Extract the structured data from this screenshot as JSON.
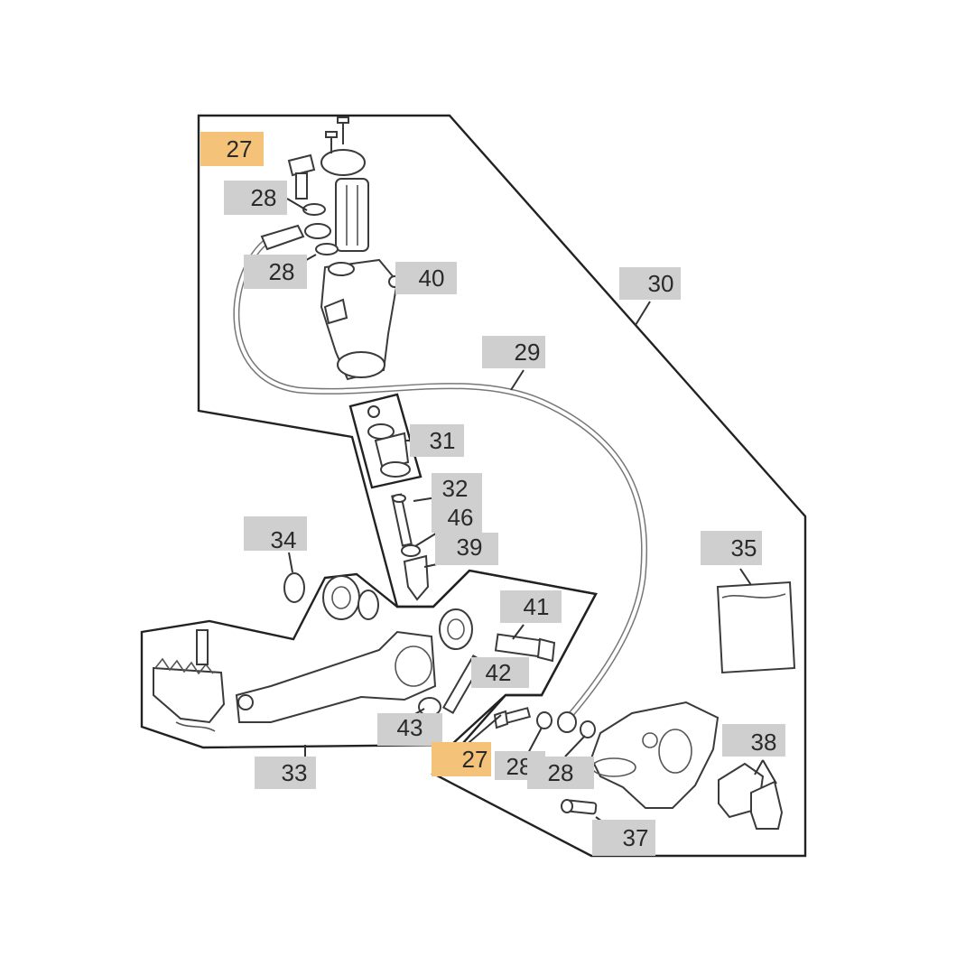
{
  "callouts": [
    {
      "id": "c27a",
      "label": "27",
      "highlight": true
    },
    {
      "id": "c28a",
      "label": "28",
      "highlight": false
    },
    {
      "id": "c28b",
      "label": "28",
      "highlight": false
    },
    {
      "id": "c40",
      "label": "40",
      "highlight": false
    },
    {
      "id": "c30",
      "label": "30",
      "highlight": false
    },
    {
      "id": "c29",
      "label": "29",
      "highlight": false
    },
    {
      "id": "c31",
      "label": "31",
      "highlight": false
    },
    {
      "id": "c32",
      "label": "32",
      "highlight": false
    },
    {
      "id": "c46",
      "label": "46",
      "highlight": false
    },
    {
      "id": "c34",
      "label": "34",
      "highlight": false
    },
    {
      "id": "c39",
      "label": "39",
      "highlight": false
    },
    {
      "id": "c35",
      "label": "35",
      "highlight": false
    },
    {
      "id": "c41",
      "label": "41",
      "highlight": false
    },
    {
      "id": "c42",
      "label": "42",
      "highlight": false
    },
    {
      "id": "c43",
      "label": "43",
      "highlight": false
    },
    {
      "id": "c27b",
      "label": "27",
      "highlight": true
    },
    {
      "id": "c28c",
      "label": "28",
      "highlight": false
    },
    {
      "id": "c28d",
      "label": "28",
      "highlight": false
    },
    {
      "id": "c38",
      "label": "38",
      "highlight": false
    },
    {
      "id": "c33",
      "label": "33",
      "highlight": false
    },
    {
      "id": "c37",
      "label": "37",
      "highlight": false
    }
  ],
  "colors": {
    "highlight": "#f5c27a",
    "label_box": "#cfcfcf",
    "line": "#333333"
  }
}
